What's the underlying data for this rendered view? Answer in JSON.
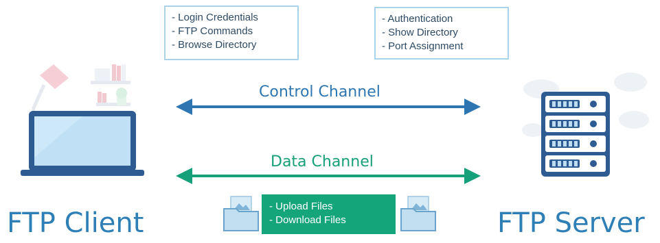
{
  "client_note": {
    "items": [
      "- Login Credentials",
      "- FTP Commands",
      "- Browse Directory"
    ]
  },
  "server_note": {
    "items": [
      "- Authentication",
      "- Show Directory",
      "- Port Assignment"
    ]
  },
  "control_channel": {
    "label": "Control Channel",
    "color": "#2e76b2"
  },
  "data_channel": {
    "label": "Data Channel",
    "color": "#16a079"
  },
  "data_note": {
    "items": [
      "- Upload Files",
      "- Download Files"
    ],
    "color": "#14a57b"
  },
  "client_label": "FTP Client",
  "server_label": "FTP Server",
  "icons": {
    "client": "laptop-desk-icon",
    "server": "server-rack-icon",
    "folder": "folder-image-icon"
  }
}
